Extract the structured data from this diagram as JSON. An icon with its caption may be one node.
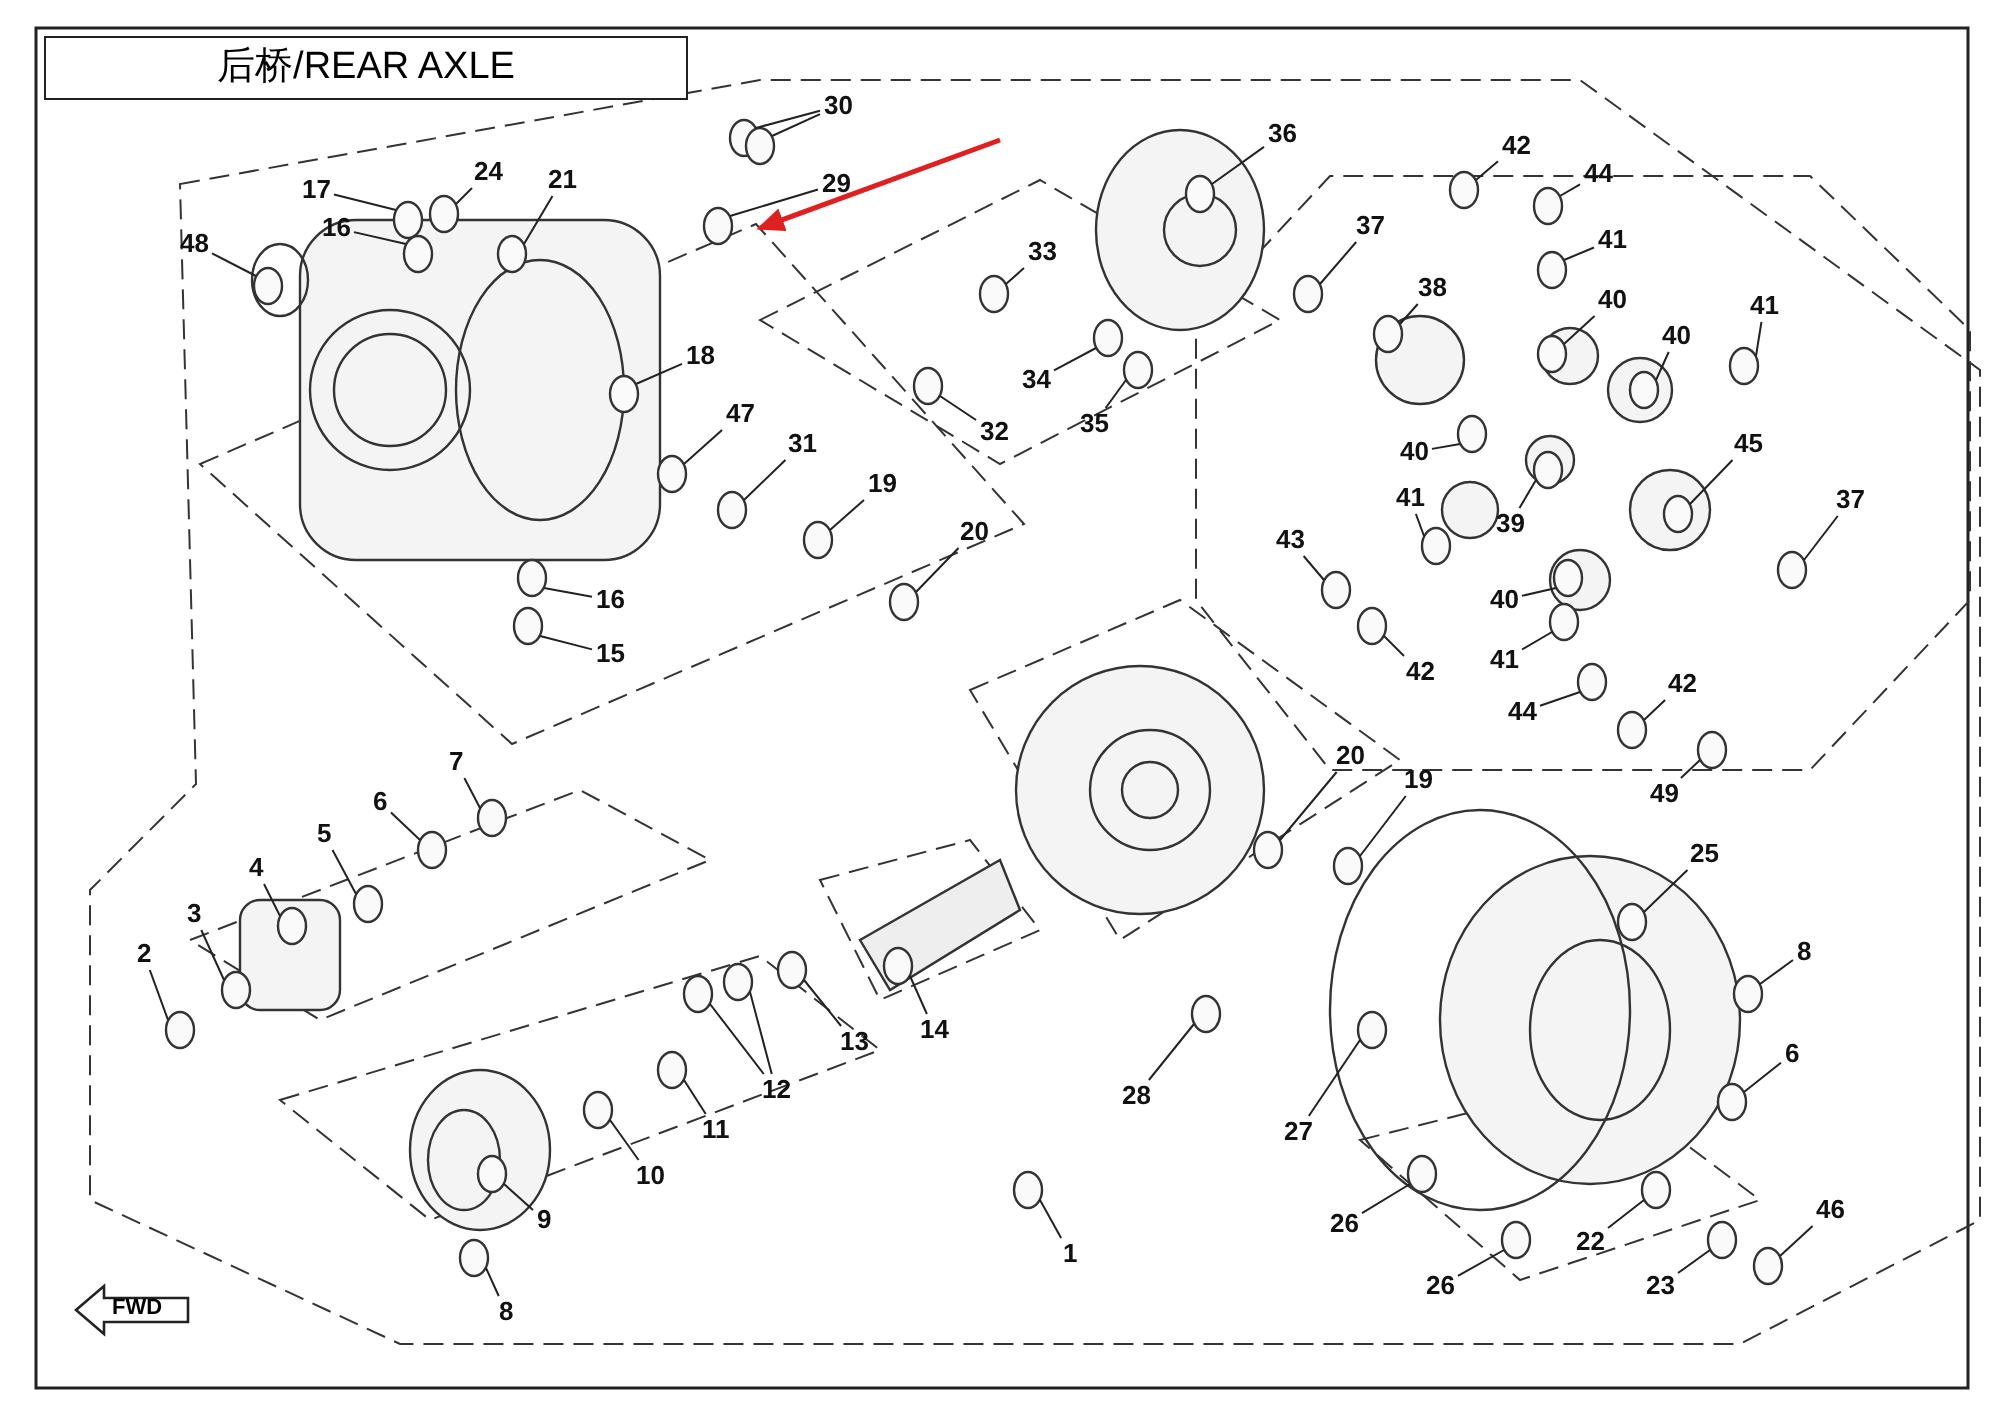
{
  "diagram": {
    "title": "后桥/REAR AXLE",
    "nodes": [
      {
        "text": [
          "17"
        ]
      },
      {
        "text": [
          "16"
        ]
      },
      {
        "text": [
          "24"
        ]
      },
      {
        "text": [
          "21"
        ]
      },
      {
        "text": [
          "48"
        ]
      },
      {
        "text": [
          "30"
        ]
      },
      {
        "text": [
          "29"
        ]
      },
      {
        "text": [
          "36"
        ]
      },
      {
        "text": [
          "42"
        ]
      },
      {
        "text": [
          "44"
        ]
      },
      {
        "text": [
          "41"
        ]
      },
      {
        "text": [
          "37"
        ]
      },
      {
        "text": [
          "33"
        ]
      },
      {
        "text": [
          "38"
        ]
      },
      {
        "text": [
          "40"
        ]
      },
      {
        "text": [
          "41"
        ]
      },
      {
        "text": [
          "40"
        ]
      },
      {
        "text": [
          "18"
        ]
      },
      {
        "text": [
          "34"
        ]
      },
      {
        "text": [
          "47"
        ]
      },
      {
        "text": [
          "35"
        ]
      },
      {
        "text": [
          "32"
        ]
      },
      {
        "text": [
          "31"
        ]
      },
      {
        "text": [
          "45"
        ]
      },
      {
        "text": [
          "40"
        ]
      },
      {
        "text": [
          "19"
        ]
      },
      {
        "text": [
          "41"
        ]
      },
      {
        "text": [
          "37"
        ]
      },
      {
        "text": [
          "39"
        ]
      },
      {
        "text": [
          "20"
        ]
      },
      {
        "text": [
          "43"
        ]
      },
      {
        "text": [
          "16"
        ]
      },
      {
        "text": [
          "40"
        ]
      },
      {
        "text": [
          "15"
        ]
      },
      {
        "text": [
          "41"
        ]
      },
      {
        "text": [
          "42"
        ]
      },
      {
        "text": [
          "42"
        ]
      },
      {
        "text": [
          "44"
        ]
      },
      {
        "text": [
          "20"
        ]
      },
      {
        "text": [
          "7"
        ]
      },
      {
        "text": [
          "19"
        ]
      },
      {
        "text": [
          "49"
        ]
      },
      {
        "text": [
          "6"
        ]
      },
      {
        "text": [
          "5"
        ]
      },
      {
        "text": [
          "25"
        ]
      },
      {
        "text": [
          "4"
        ]
      },
      {
        "text": [
          "3"
        ]
      },
      {
        "text": [
          "2"
        ]
      },
      {
        "text": [
          "8"
        ]
      },
      {
        "text": [
          "14"
        ]
      },
      {
        "text": [
          "13"
        ]
      },
      {
        "text": [
          "6"
        ]
      },
      {
        "text": [
          "12"
        ]
      },
      {
        "text": [
          "28"
        ]
      },
      {
        "text": [
          "11"
        ]
      },
      {
        "text": [
          "27"
        ]
      },
      {
        "text": [
          "10"
        ]
      },
      {
        "text": [
          "9"
        ]
      },
      {
        "text": [
          "26"
        ]
      },
      {
        "text": [
          "1"
        ]
      },
      {
        "text": [
          "46"
        ]
      },
      {
        "text": [
          "22"
        ]
      },
      {
        "text": [
          "26"
        ]
      },
      {
        "text": [
          "23"
        ]
      },
      {
        "text": [
          "8"
        ]
      },
      {
        "text": [
          "FWD"
        ]
      }
    ],
    "edges": [
      {
        "from": 0,
        "to": null,
        "arrow": "none"
      },
      {
        "from": 1,
        "to": null,
        "arrow": "none"
      },
      {
        "from": 2,
        "to": null,
        "arrow": "none"
      },
      {
        "from": 3,
        "to": null,
        "arrow": "none"
      },
      {
        "from": 4,
        "to": null,
        "arrow": "none"
      },
      {
        "from": 5,
        "to": null,
        "arrow": "none"
      },
      {
        "from": 5,
        "to": null,
        "arrow": "none"
      },
      {
        "from": 6,
        "to": null,
        "arrow": "none"
      },
      {
        "from": 7,
        "to": null,
        "arrow": "none"
      },
      {
        "from": 8,
        "to": null,
        "arrow": "none"
      },
      {
        "from": 9,
        "to": null,
        "arrow": "none"
      },
      {
        "from": 10,
        "to": null,
        "arrow": "none"
      },
      {
        "from": 11,
        "to": null,
        "arrow": "none"
      },
      {
        "from": 12,
        "to": null,
        "arrow": "none"
      },
      {
        "from": 13,
        "to": null,
        "arrow": "none"
      },
      {
        "from": 14,
        "to": null,
        "arrow": "none"
      },
      {
        "from": 15,
        "to": null,
        "arrow": "none"
      },
      {
        "from": 16,
        "to": null,
        "arrow": "none"
      },
      {
        "from": 17,
        "to": null,
        "arrow": "none"
      },
      {
        "from": 18,
        "to": null,
        "arrow": "none"
      },
      {
        "from": 19,
        "to": null,
        "arrow": "none"
      },
      {
        "from": 20,
        "to": null,
        "arrow": "none"
      },
      {
        "from": 21,
        "to": null,
        "arrow": "none"
      },
      {
        "from": 22,
        "to": null,
        "arrow": "none"
      },
      {
        "from": 23,
        "to": null,
        "arrow": "none"
      },
      {
        "from": 24,
        "to": null,
        "arrow": "none"
      },
      {
        "from": 25,
        "to": null,
        "arrow": "none"
      },
      {
        "from": 26,
        "to": null,
        "arrow": "none"
      },
      {
        "from": 27,
        "to": null,
        "arrow": "none"
      },
      {
        "from": 28,
        "to": null,
        "arrow": "none"
      },
      {
        "from": 29,
        "to": null,
        "arrow": "none"
      },
      {
        "from": 30,
        "to": null,
        "arrow": "none"
      },
      {
        "from": 31,
        "to": null,
        "arrow": "none"
      },
      {
        "from": 32,
        "to": null,
        "arrow": "none"
      },
      {
        "from": 33,
        "to": null,
        "arrow": "none"
      },
      {
        "from": 34,
        "to": null,
        "arrow": "none"
      },
      {
        "from": 35,
        "to": null,
        "arrow": "none"
      },
      {
        "from": 36,
        "to": null,
        "arrow": "none"
      },
      {
        "from": 37,
        "to": null,
        "arrow": "none"
      },
      {
        "from": 38,
        "to": null,
        "arrow": "none"
      },
      {
        "from": 39,
        "to": null,
        "arrow": "none"
      },
      {
        "from": 40,
        "to": null,
        "arrow": "none"
      },
      {
        "from": 41,
        "to": null,
        "arrow": "none"
      },
      {
        "from": 42,
        "to": null,
        "arrow": "none"
      },
      {
        "from": 43,
        "to": null,
        "arrow": "none"
      },
      {
        "from": 44,
        "to": null,
        "arrow": "none"
      },
      {
        "from": 45,
        "to": null,
        "arrow": "none"
      },
      {
        "from": 46,
        "to": null,
        "arrow": "none"
      },
      {
        "from": 47,
        "to": null,
        "arrow": "none"
      },
      {
        "from": 48,
        "to": null,
        "arrow": "none"
      },
      {
        "from": 49,
        "to": null,
        "arrow": "none"
      },
      {
        "from": 50,
        "to": null,
        "arrow": "none"
      },
      {
        "from": 51,
        "to": null,
        "arrow": "none"
      },
      {
        "from": 52,
        "to": null,
        "arrow": "none"
      },
      {
        "from": 52,
        "to": null,
        "arrow": "none"
      },
      {
        "from": 53,
        "to": null,
        "arrow": "none"
      },
      {
        "from": 54,
        "to": null,
        "arrow": "none"
      },
      {
        "from": 55,
        "to": null,
        "arrow": "none"
      },
      {
        "from": 56,
        "to": null,
        "arrow": "none"
      },
      {
        "from": 57,
        "to": null,
        "arrow": "none"
      },
      {
        "from": 58,
        "to": null,
        "arrow": "none"
      },
      {
        "from": 59,
        "to": null,
        "arrow": "none"
      },
      {
        "from": 60,
        "to": null,
        "arrow": "none"
      },
      {
        "from": 61,
        "to": null,
        "arrow": "none"
      },
      {
        "from": 62,
        "to": null,
        "arrow": "none"
      },
      {
        "from": 63,
        "to": null,
        "arrow": "none"
      },
      {
        "from": 64,
        "to": null,
        "arrow": "none"
      }
    ]
  }
}
